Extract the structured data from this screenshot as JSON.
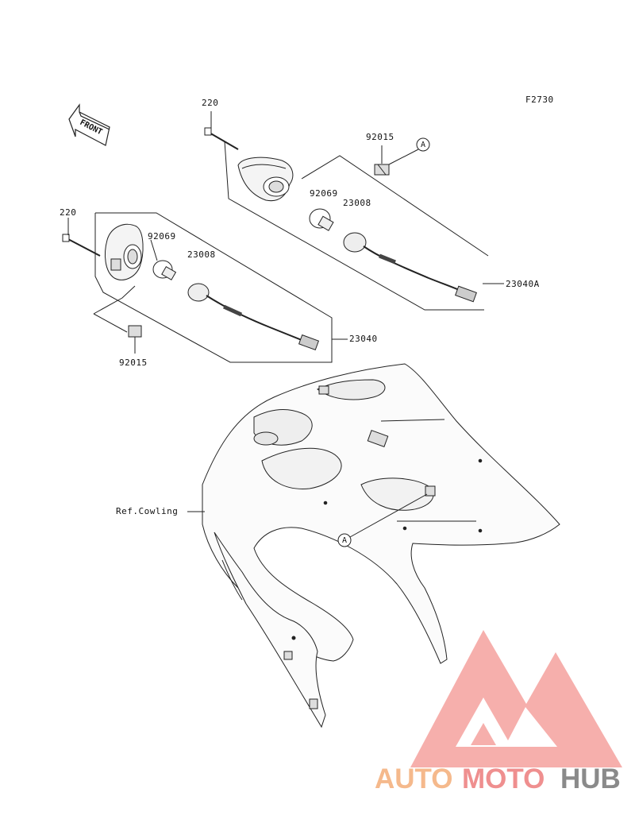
{
  "figure_code": "F2730",
  "front_arrow_label": "FRONT",
  "callout_letter": "A",
  "labels": {
    "bolt_top": "220",
    "bolt_left": "220",
    "clip_top": "92015",
    "clip_left": "92015",
    "bulb_top": "92069",
    "bulb_left": "92069",
    "socket_top": "23008",
    "socket_left": "23008",
    "assy_right": "23040A",
    "assy_left": "23040",
    "cowling": "Ref.Cowling"
  },
  "watermark": {
    "part1": "AUTO",
    "part2": "MOTO",
    "part3": "HUB",
    "colors": {
      "auto": "#f5b98c",
      "moto": "#ef8f8f",
      "hub": "#8a8a8a",
      "triangle": "#f4a19d"
    }
  },
  "line_color": "#222222"
}
